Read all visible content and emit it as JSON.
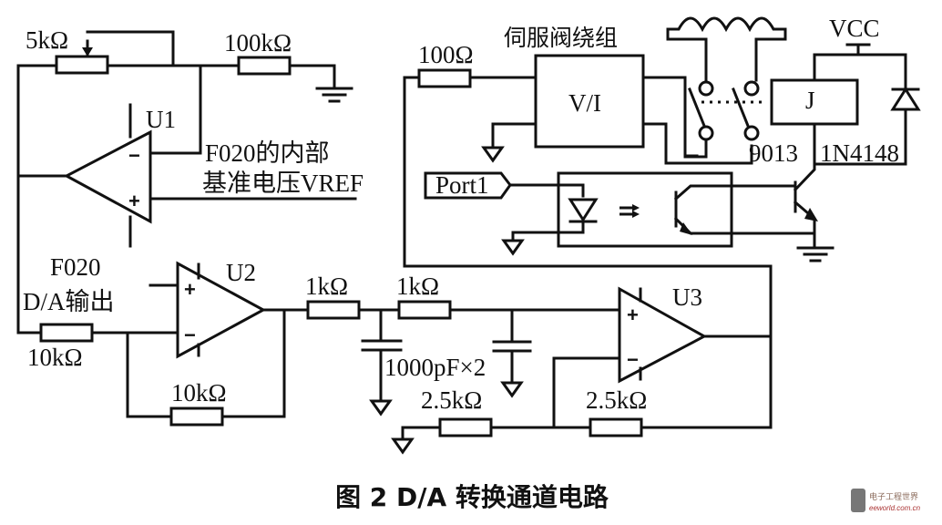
{
  "caption": "图 2  D/A 转换通道电路",
  "components": {
    "pot_5k": "5kΩ",
    "r_100k": "100kΩ",
    "u1": "U1",
    "vref_line1": "F020的内部",
    "vref_line2": "基准电压VREF",
    "u2": "U2",
    "da_line1": "F020",
    "da_line2": "D/A输出",
    "r_10k_in": "10kΩ",
    "r_10k_fb": "10kΩ",
    "r_1k_a": "1kΩ",
    "r_1k_b": "1kΩ",
    "cap": "1000pF×2",
    "u3": "U3",
    "r_2k5_a": "2.5kΩ",
    "r_2k5_b": "2.5kΩ",
    "r_100": "100Ω",
    "servo_coil": "伺服阀绕组",
    "vi": "V/I",
    "relay": "J",
    "vcc": "VCC",
    "transistor": "9013",
    "diode": "1N4148",
    "port": "Port1",
    "plus": "+",
    "minus": "−"
  },
  "watermark": {
    "cn": "电子工程世界",
    "url": "eeworld.com.cn"
  }
}
